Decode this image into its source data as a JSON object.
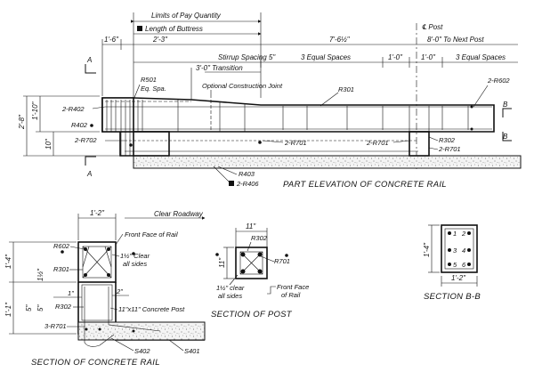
{
  "elevation": {
    "limits_pay_quantity": "Limits of Pay Quantity",
    "length_buttress": "Length of Buttress",
    "post_cl": "℄ Post",
    "dim_1_6": "1'-6\"",
    "dim_2_3": "2'-3\"",
    "dim_7_6_half": "7'-6½\"",
    "dim_8_0_next": "8'-0\" To Next Post",
    "stirrup_spacing": "Stirrup Spacing 5\"",
    "three_eq_1": "3 Equal Spaces",
    "dim_1_0_a": "1'-0\"",
    "dim_1_0_b": "1'-0\"",
    "three_eq_2": "3 Equal Spaces",
    "transition": "3'-0\" Transition",
    "opt_joint": "Optional Construction Joint",
    "r501": "R501",
    "eq_spa": "Eq. Spa.",
    "r301": "R301",
    "r602": "2-R602",
    "r402_top": "2-R402",
    "r402": "R402",
    "r702": "2-R702",
    "r701_a": "2-R701",
    "r701_b": "2-R701",
    "r302": "R302",
    "r701_c": "2-R701",
    "r403": "R403",
    "r406": "2-R406",
    "dim_2_8": "2'-8\"",
    "dim_1_10": "1'-10\"",
    "dim_10": "10\"",
    "sec_a_top": "A",
    "sec_a_bot": "A",
    "sec_b_top": "B",
    "sec_b_bot": "B",
    "title": "PART ELEVATION OF CONCRETE RAIL"
  },
  "section_rail": {
    "width": "1'-2\"",
    "clear_roadway": "Clear Roadway",
    "front_face": "Front Face of Rail",
    "r602": "R602",
    "clear_note_1": "1½\" Clear",
    "clear_note_2": "all sides",
    "r301": "R301",
    "dim_1_4": "1'-4\"",
    "dim_1_half": "1½\"",
    "dim_1_1": "1'-1\"",
    "dim_5a": "5\"",
    "dim_5b": "5\"",
    "dim_1in": "1\"",
    "dim_2in": "2\"",
    "r302": "R302",
    "post_note": "11\"x11\" Concrete Post",
    "r701": "3-R701",
    "s402": "S402",
    "s401": "S401",
    "title": "SECTION OF CONCRETE RAIL"
  },
  "section_post": {
    "dim_11_top": "11\"",
    "r302": "R302",
    "dim_11_side": "11\"",
    "r701": "R701",
    "clear_1": "1½\" clear",
    "clear_2": "all sides",
    "front_face_1": "Front Face",
    "front_face_2": "of Rail",
    "title": "SECTION OF POST"
  },
  "section_bb": {
    "height": "1'-4\"",
    "width": "1'-2\"",
    "bar_1": "1",
    "bar_2": "2",
    "bar_3": "3",
    "bar_4": "4",
    "bar_5": "5",
    "bar_6": "6",
    "title": "SECTION B-B"
  }
}
